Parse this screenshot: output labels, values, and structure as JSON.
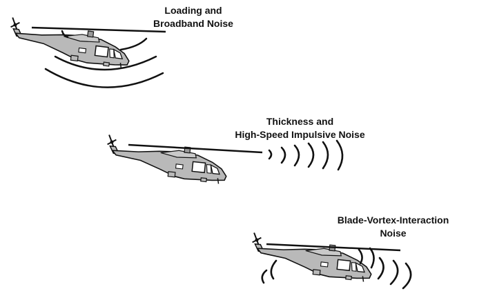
{
  "labels": {
    "loading_broadband": [
      "Loading and",
      "Broadband Noise"
    ],
    "thickness_hsi": [
      "Thickness and",
      "High-Speed Impulsive Noise"
    ],
    "bvi": [
      "Blade-Vortex-Interaction",
      "Noise"
    ]
  },
  "colors": {
    "fuselage": "#b9b9b9",
    "outline": "#111111",
    "window": "#ffffff",
    "background": "#ffffff"
  },
  "icons": {
    "helicopter": "helicopter-icon",
    "noise_wave": "sound-wave-arc"
  }
}
